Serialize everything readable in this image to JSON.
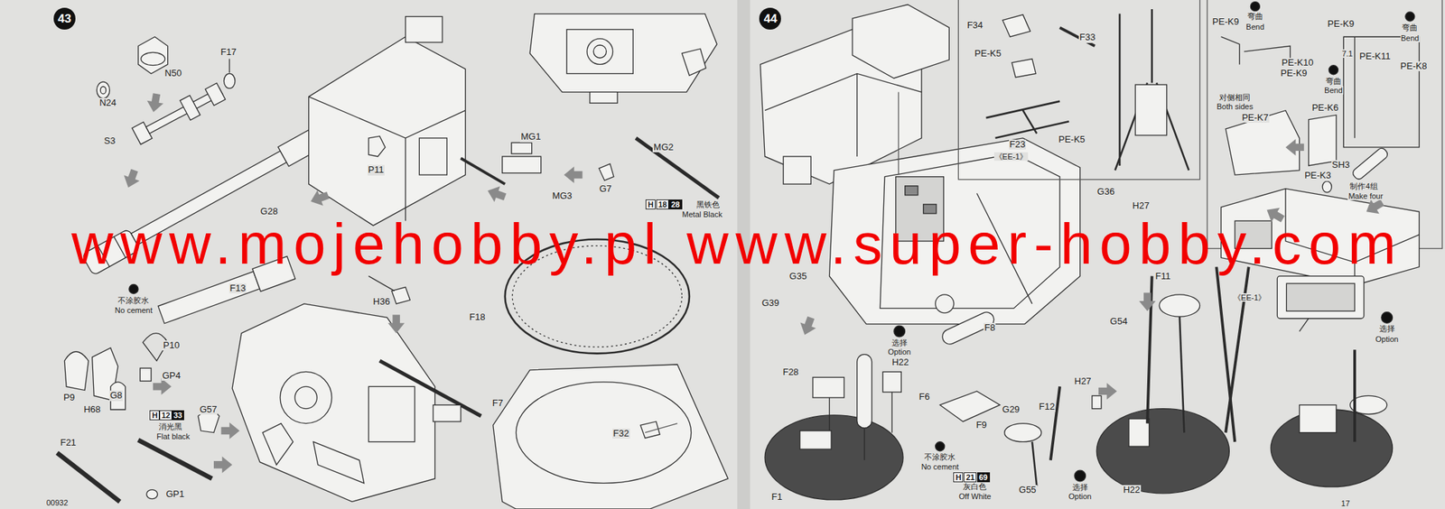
{
  "diagram": {
    "nodes": [
      {
        "text": [
          "43"
        ]
      },
      {
        "text": [
          "44"
        ]
      }
    ],
    "labels": [
      "N24",
      "N50",
      "F17",
      "S3",
      "P11",
      "MG1",
      "MG2",
      "G7",
      "MG3",
      "H",
      "18",
      "28",
      "黑铁色",
      "Metal Black",
      "G28",
      "F13",
      "H36",
      "F18",
      "F7",
      "F32",
      "不涂胶水",
      "No cement",
      "P10",
      "P9",
      "H68",
      "G8",
      "GP4",
      "H",
      "12",
      "33",
      "消光黑",
      "Flat black",
      "G57",
      "F21",
      "GP1",
      "00932",
      "www.mojehobby.pl www.super-hobby.com",
      "F34",
      "F33",
      "PE-K5",
      "PE-K5",
      "F23",
      "《EE-1》",
      "PE-K9",
      "弯曲",
      "Bend",
      "PE-K9",
      "弯曲",
      "Bend",
      "7.1",
      "PE-K11",
      "PE-K8",
      "PE-K10",
      "PE-K9",
      "弯曲",
      "Bend",
      "对侧相同",
      "Both sides",
      "PE-K7",
      "PE-K6",
      "SH3",
      "PE-K3",
      "制作4组",
      "Make four",
      "G36",
      "H27",
      "F11",
      "G35",
      "G39",
      "G54",
      "F28",
      "选择",
      "Option",
      "H22",
      "F8",
      "F6",
      "F9",
      "G29",
      "F12",
      "H27",
      "不涂胶水",
      "No cement",
      "H",
      "21",
      "69",
      "灰白色",
      "Off White",
      "G55",
      "选择",
      "Option",
      "H22",
      "《EE-1》",
      "选择",
      "Option",
      "F1",
      "17"
    ]
  }
}
